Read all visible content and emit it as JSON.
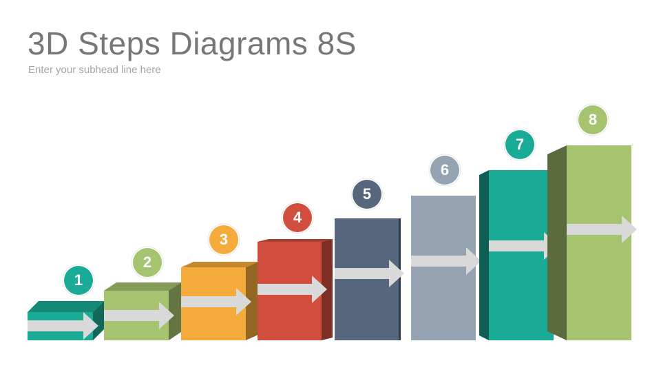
{
  "title": "3D Steps Diagrams 8S",
  "subhead": "Enter your subhead line here",
  "steps": [
    {
      "label": "1",
      "color": "#1aab96"
    },
    {
      "label": "2",
      "color": "#a6c36f"
    },
    {
      "label": "3",
      "color": "#f5ab3b"
    },
    {
      "label": "4",
      "color": "#d14e3e"
    },
    {
      "label": "5",
      "color": "#55667d"
    },
    {
      "label": "6",
      "color": "#95a3b3"
    },
    {
      "label": "7",
      "color": "#1aab96"
    },
    {
      "label": "8",
      "color": "#a6c36f"
    }
  ],
  "arrow_color": "#d9d9d9"
}
